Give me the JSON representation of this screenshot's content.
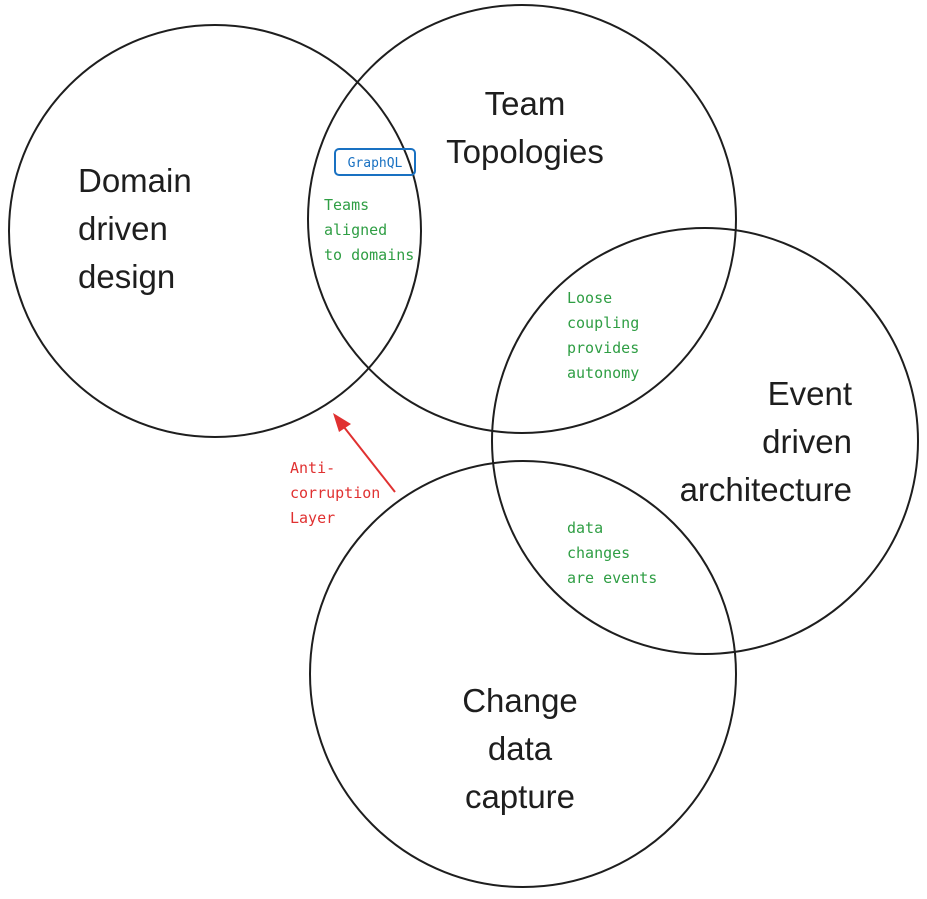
{
  "circles": [
    {
      "id": "ddd",
      "label": "Domain\ndriven\ndesign"
    },
    {
      "id": "tt",
      "label": "Team\nTopologies"
    },
    {
      "id": "eda",
      "label": "Event\ndriven\narchitecture"
    },
    {
      "id": "cdc",
      "label": "Change\ndata\ncapture"
    }
  ],
  "labels": {
    "ddd": "Domain\ndriven\ndesign",
    "tt": "Team\nTopologies",
    "eda": "Event\ndriven\narchitecture",
    "cdc": "Change\ndata\ncapture"
  },
  "notes": {
    "graphql": "GraphQL",
    "teams": "Teams\naligned\nto domains",
    "loose": "Loose\ncoupling\nprovides\nautonomy",
    "data": "data\nchanges\nare events",
    "acl": "Anti-\ncorruption\nLayer"
  },
  "colors": {
    "stroke": "#1e1e1e",
    "green": "#2f9e44",
    "blue": "#1971c2",
    "red": "#e03131"
  }
}
